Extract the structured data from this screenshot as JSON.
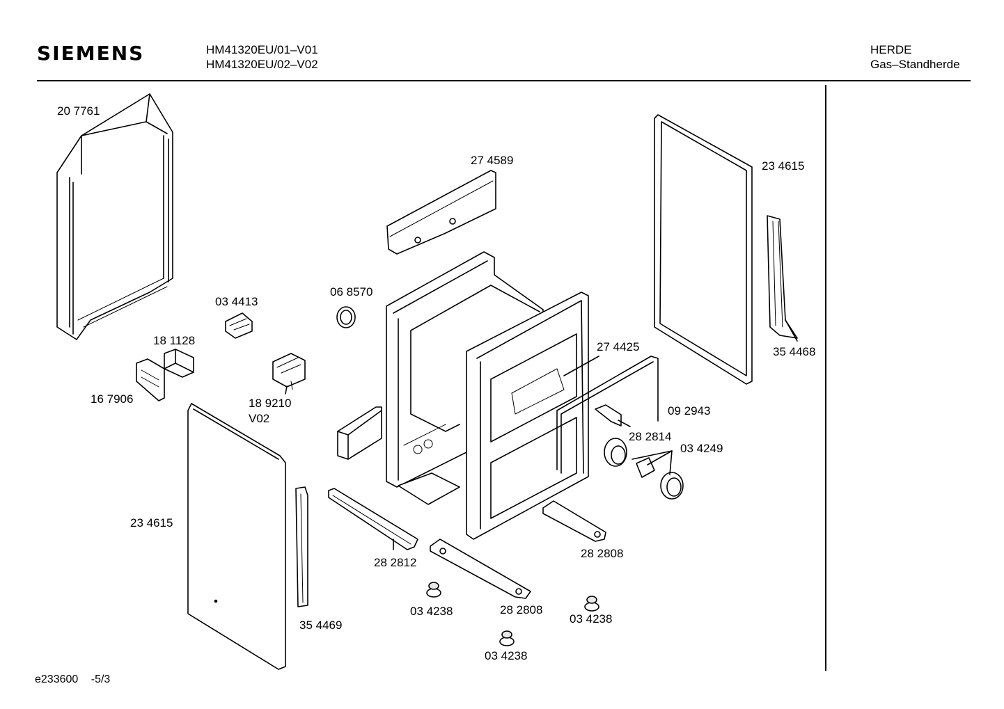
{
  "header": {
    "brand": "SIEMENS",
    "models": [
      "HM41320EU/01–V01",
      "HM41320EU/02–V02"
    ],
    "category": "HERDE",
    "subcategory": "Gas–Standherde"
  },
  "footer": {
    "code": "e233600",
    "page": "-5/3"
  },
  "parts": [
    {
      "id": "part-207761",
      "label": "20 7761"
    },
    {
      "id": "part-274589",
      "label": "27 4589"
    },
    {
      "id": "part-234615-right",
      "label": "23 4615"
    },
    {
      "id": "part-354468",
      "label": "35 4468"
    },
    {
      "id": "part-068570",
      "label": "06 8570"
    },
    {
      "id": "part-034413",
      "label": "03 4413"
    },
    {
      "id": "part-181128",
      "label": "18 1128"
    },
    {
      "id": "part-167906",
      "label": "16 7906"
    },
    {
      "id": "part-189210",
      "label": "18 9210"
    },
    {
      "id": "part-v02",
      "label": "V02"
    },
    {
      "id": "part-274425",
      "label": "27 4425"
    },
    {
      "id": "part-092943",
      "label": "09 2943"
    },
    {
      "id": "part-282814",
      "label": "28 2814"
    },
    {
      "id": "part-034249",
      "label": "03 4249"
    },
    {
      "id": "part-234615-left",
      "label": "23 4615"
    },
    {
      "id": "part-282808-right",
      "label": "28 2808"
    },
    {
      "id": "part-282812",
      "label": "28 2812"
    },
    {
      "id": "part-354469",
      "label": "35 4469"
    },
    {
      "id": "part-034238-a",
      "label": "03 4238"
    },
    {
      "id": "part-282808-bottom",
      "label": "28 2808"
    },
    {
      "id": "part-034238-b",
      "label": "03 4238"
    },
    {
      "id": "part-034238-c",
      "label": "03 4238"
    }
  ]
}
